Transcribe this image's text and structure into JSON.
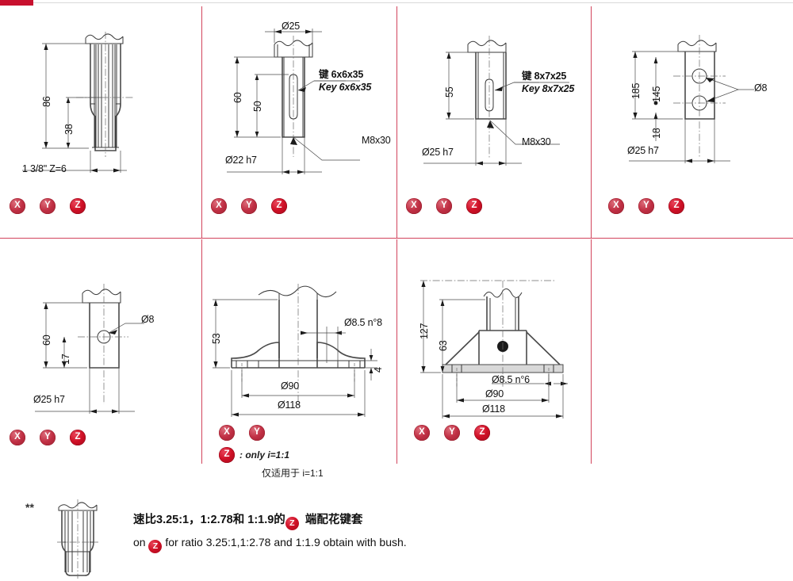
{
  "meta": {
    "accent_red": "#c8102e",
    "divider_red": "#d2445c",
    "badge_red": "#cf1026"
  },
  "axis_badges": {
    "x": "X",
    "y": "Y",
    "z": "Z"
  },
  "cells": [
    {
      "id": "splined-shaft-bore",
      "badges": [
        "X",
        "Y",
        "Z"
      ],
      "labels": {
        "height_total": "86",
        "height_inner": "38",
        "spline_spec": "1 3/8\" Z=6"
      }
    },
    {
      "id": "keyed-bore-22h7",
      "badges": [
        "X",
        "Y",
        "Z"
      ],
      "labels": {
        "top_diameter": "Ø25",
        "height_total": "60",
        "height_inner": "50",
        "key_cn": "键  6x6x35",
        "key_en": "Key 6x6x35",
        "thread": "M8x30",
        "bore": "Ø22 h7"
      }
    },
    {
      "id": "keyed-bore-25h7",
      "badges": [
        "X",
        "Y",
        "Z"
      ],
      "labels": {
        "height_total": "55",
        "key_cn": "键  8x7x25",
        "key_en": "Key 8x7x25",
        "thread": "M8x30",
        "bore": "Ø25 h7"
      }
    },
    {
      "id": "cross-drilled-bore-25h7",
      "badges": [
        "X",
        "Y",
        "Z"
      ],
      "labels": {
        "height_total": "185",
        "height_mid": "145",
        "height_low": "18",
        "hole": "Ø8",
        "bore": "Ø25 h7"
      }
    },
    {
      "id": "single-hole-bore-25h7",
      "badges": [
        "X",
        "Y",
        "Z"
      ],
      "labels": {
        "height_total": "60",
        "height_hole": "17",
        "hole": "Ø8",
        "bore": "Ø25 h7"
      }
    },
    {
      "id": "flat-flange-118",
      "badges": [
        "X",
        "Y"
      ],
      "labels": {
        "height_total": "53",
        "bolt_holes": "Ø8.5 n°8",
        "pitch_circle": "Ø90",
        "outer_diameter": "Ø118",
        "flange_thickness": "4"
      },
      "note_z_en": ": only i=1:1",
      "note_z_cn": "仅适用于 i=1:1",
      "note_z_badge": "Z"
    },
    {
      "id": "cone-flange-118",
      "badges": [
        "X",
        "Y",
        "Z"
      ],
      "labels": {
        "height_total": "127",
        "height_inner": "63",
        "bolt_holes": "Ø8.5 n°6",
        "pitch_circle": "Ø90",
        "outer_diameter": "Ø118"
      }
    }
  ],
  "footnote": {
    "stars": "**",
    "line_cn_before": "速比3.25:1，1:2.78和 1:1.9的",
    "line_cn_badge": "Z",
    "line_cn_after": "端配花键套",
    "line_en_before": "on",
    "line_en_badge": "Z",
    "line_en_after": "for ratio 3.25:1,1:2.78 and 1:1.9 obtain with bush."
  }
}
